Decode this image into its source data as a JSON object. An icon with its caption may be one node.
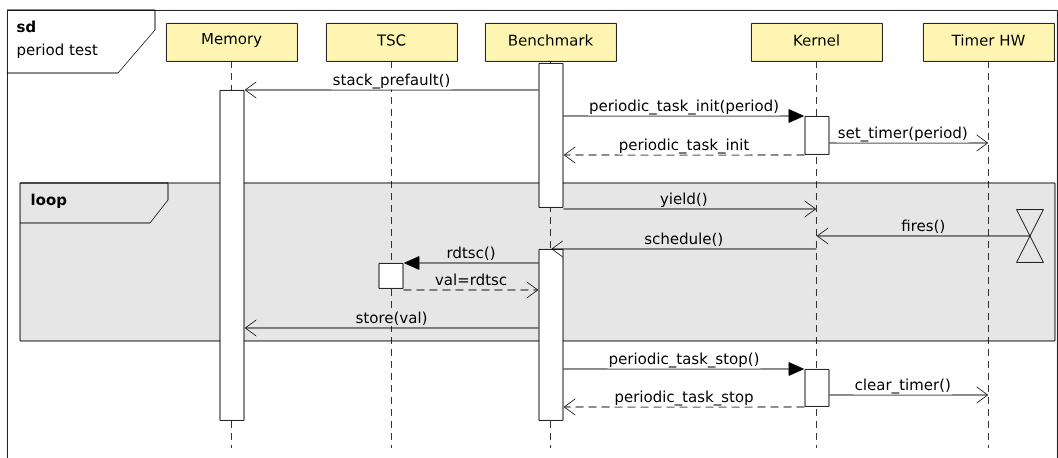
{
  "diagram": {
    "nodes": [
      {
        "text": [
          "sd",
          "period test"
        ]
      },
      {
        "text": [
          "Memory"
        ],
        "in": 0
      },
      {
        "text": [
          "TSC"
        ],
        "in": 0
      },
      {
        "text": [
          "Benchmark"
        ],
        "in": 0
      },
      {
        "text": [
          "Kernel"
        ],
        "in": 0
      },
      {
        "text": [
          "Timer HW"
        ],
        "in": 0
      },
      {
        "text": [],
        "shape": "line",
        "in": 0
      },
      {
        "text": [],
        "shape": "line",
        "in": 0
      },
      {
        "text": [],
        "shape": "line",
        "in": 0
      },
      {
        "text": [],
        "shape": "line",
        "in": 0
      },
      {
        "text": [],
        "shape": "line",
        "in": 0
      },
      {
        "text": [],
        "shape": "bar",
        "in": 0
      },
      {
        "text": [],
        "shape": "bar",
        "in": 0
      },
      {
        "text": [],
        "shape": "bar",
        "in": 0
      },
      {
        "text": [
          "loop"
        ],
        "in": 0
      },
      {
        "text": [],
        "shape": "hourglass",
        "in": 0
      },
      {
        "text": [],
        "shape": "bar",
        "in": 0
      },
      {
        "text": [],
        "shape": "bar",
        "in": 0
      },
      {
        "text": [],
        "shape": "bar",
        "in": 0
      }
    ],
    "edges": [
      {
        "from": 12,
        "to": 11,
        "arrow": "to",
        "label": "stack_prefault()"
      },
      {
        "from": 12,
        "to": 13,
        "arrow": "to",
        "label": "periodic_task_init(period)"
      },
      {
        "from": 13,
        "to": 10,
        "arrow": "to",
        "label": "set_timer(period)"
      },
      {
        "from": 13,
        "to": 12,
        "arrow": "to",
        "label": "periodic_task_init",
        "style": "dashed"
      },
      {
        "from": 12,
        "to": 9,
        "arrow": "to",
        "label": "yield()"
      },
      {
        "from": 15,
        "to": 9,
        "arrow": "to",
        "label": "fires()"
      },
      {
        "from": 9,
        "to": 17,
        "arrow": "to",
        "label": "schedule()"
      },
      {
        "from": 17,
        "to": 16,
        "arrow": "to",
        "label": "rdtsc()"
      },
      {
        "from": 16,
        "to": 17,
        "arrow": "to",
        "label": "val=rdtsc",
        "style": "dashed"
      },
      {
        "from": 17,
        "to": 11,
        "arrow": "to",
        "label": "store(val)"
      },
      {
        "from": 17,
        "to": 18,
        "arrow": "to",
        "label": "periodic_task_stop()"
      },
      {
        "from": 18,
        "to": 10,
        "arrow": "to",
        "label": "clear_timer()"
      },
      {
        "from": 18,
        "to": 17,
        "arrow": "to",
        "label": "periodic_task_stop",
        "style": "dashed"
      }
    ]
  }
}
